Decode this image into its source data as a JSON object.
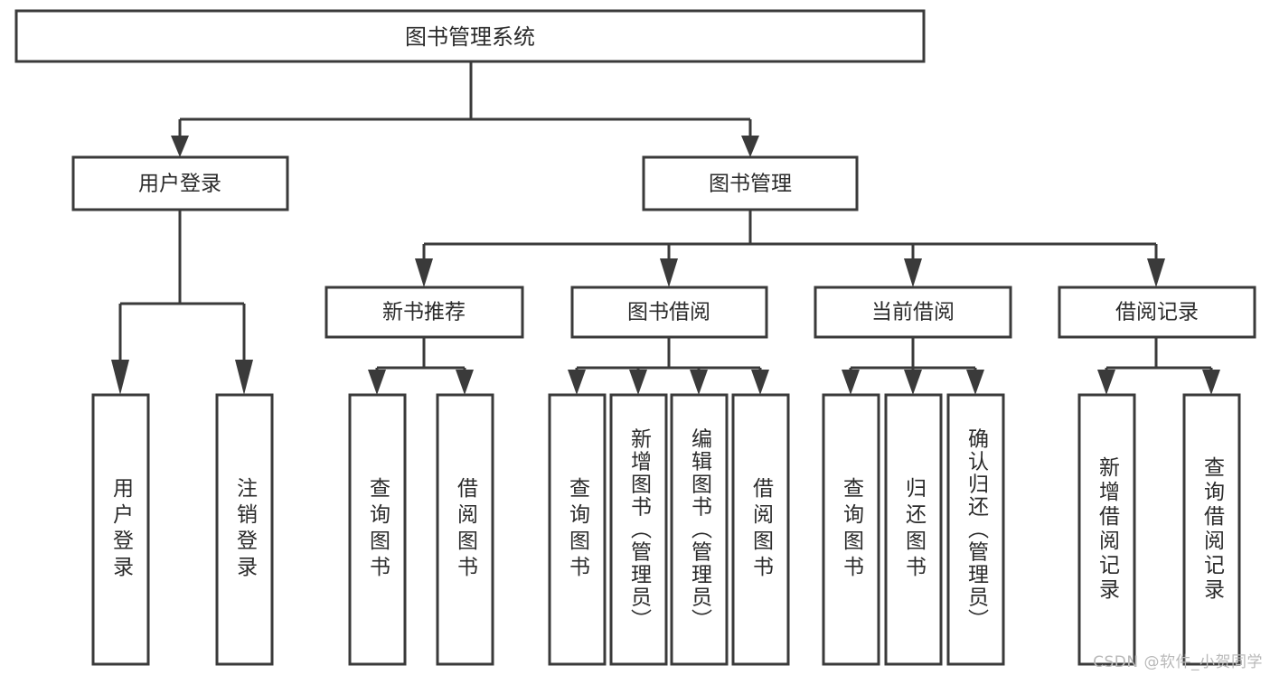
{
  "diagram": {
    "type": "tree-hierarchy",
    "title": "图书管理系统",
    "orientation": "top-down",
    "watermark": "CSDN @软件_小贺同学",
    "root": {
      "label": "图书管理系统",
      "id": "root"
    },
    "level2": [
      {
        "id": "user-login",
        "label": "用户登录"
      },
      {
        "id": "book-manage",
        "label": "图书管理"
      }
    ],
    "level3": [
      {
        "id": "new-book-recommend",
        "label": "新书推荐",
        "parent": "book-manage"
      },
      {
        "id": "book-borrow",
        "label": "图书借阅",
        "parent": "book-manage"
      },
      {
        "id": "current-borrow",
        "label": "当前借阅",
        "parent": "book-manage"
      },
      {
        "id": "borrow-record",
        "label": "借阅记录",
        "parent": "book-manage"
      }
    ],
    "leaves": {
      "user-login": [
        {
          "id": "leaf-user-login",
          "label": "用户登录"
        },
        {
          "id": "leaf-logout-login",
          "label": "注销登录"
        }
      ],
      "new-book-recommend": [
        {
          "id": "leaf-query-book-1",
          "label": "查询图书"
        },
        {
          "id": "leaf-borrow-book-1",
          "label": "借阅图书"
        }
      ],
      "book-borrow": [
        {
          "id": "leaf-query-book-2",
          "label": "查询图书"
        },
        {
          "id": "leaf-add-book",
          "label": "新增图书（管理员）"
        },
        {
          "id": "leaf-edit-book",
          "label": "编辑图书（管理员）"
        },
        {
          "id": "leaf-borrow-book-2",
          "label": "借阅图书"
        }
      ],
      "current-borrow": [
        {
          "id": "leaf-query-book-3",
          "label": "查询图书"
        },
        {
          "id": "leaf-return-book",
          "label": "归还图书"
        },
        {
          "id": "leaf-confirm-return",
          "label": "确认归还（管理员）"
        }
      ],
      "borrow-record": [
        {
          "id": "leaf-add-record",
          "label": "新增借阅记录"
        },
        {
          "id": "leaf-query-record",
          "label": "查询借阅记录"
        }
      ]
    },
    "colors": {
      "stroke": "#3a3a3a",
      "fill": "#ffffff",
      "text": "#2b2b2b",
      "watermark": "#b9b9b9",
      "background": "#ffffff"
    }
  }
}
